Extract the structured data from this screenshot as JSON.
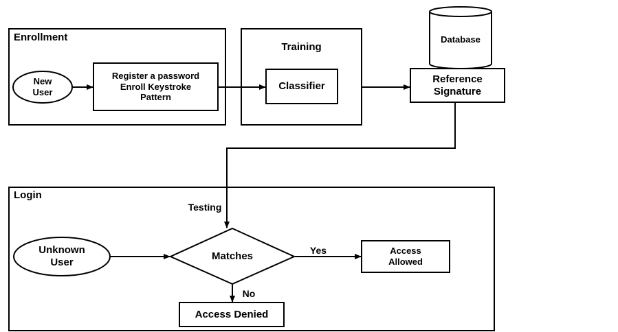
{
  "sections": {
    "enrollment": "Enrollment",
    "training": "Training",
    "login": "Login"
  },
  "nodes": {
    "new_user": [
      "New",
      "User"
    ],
    "register": [
      "Register a password",
      "Enroll Keystroke",
      "Pattern"
    ],
    "classifier": "Classifier",
    "database": "Database",
    "reference": [
      "Reference",
      "Signature"
    ],
    "unknown_user": [
      "Unknown",
      "User"
    ],
    "matches": "Matches",
    "access_allowed": [
      "Access",
      "Allowed"
    ],
    "access_denied": "Access Denied"
  },
  "edge_labels": {
    "testing": "Testing",
    "yes": "Yes",
    "no": "No"
  }
}
